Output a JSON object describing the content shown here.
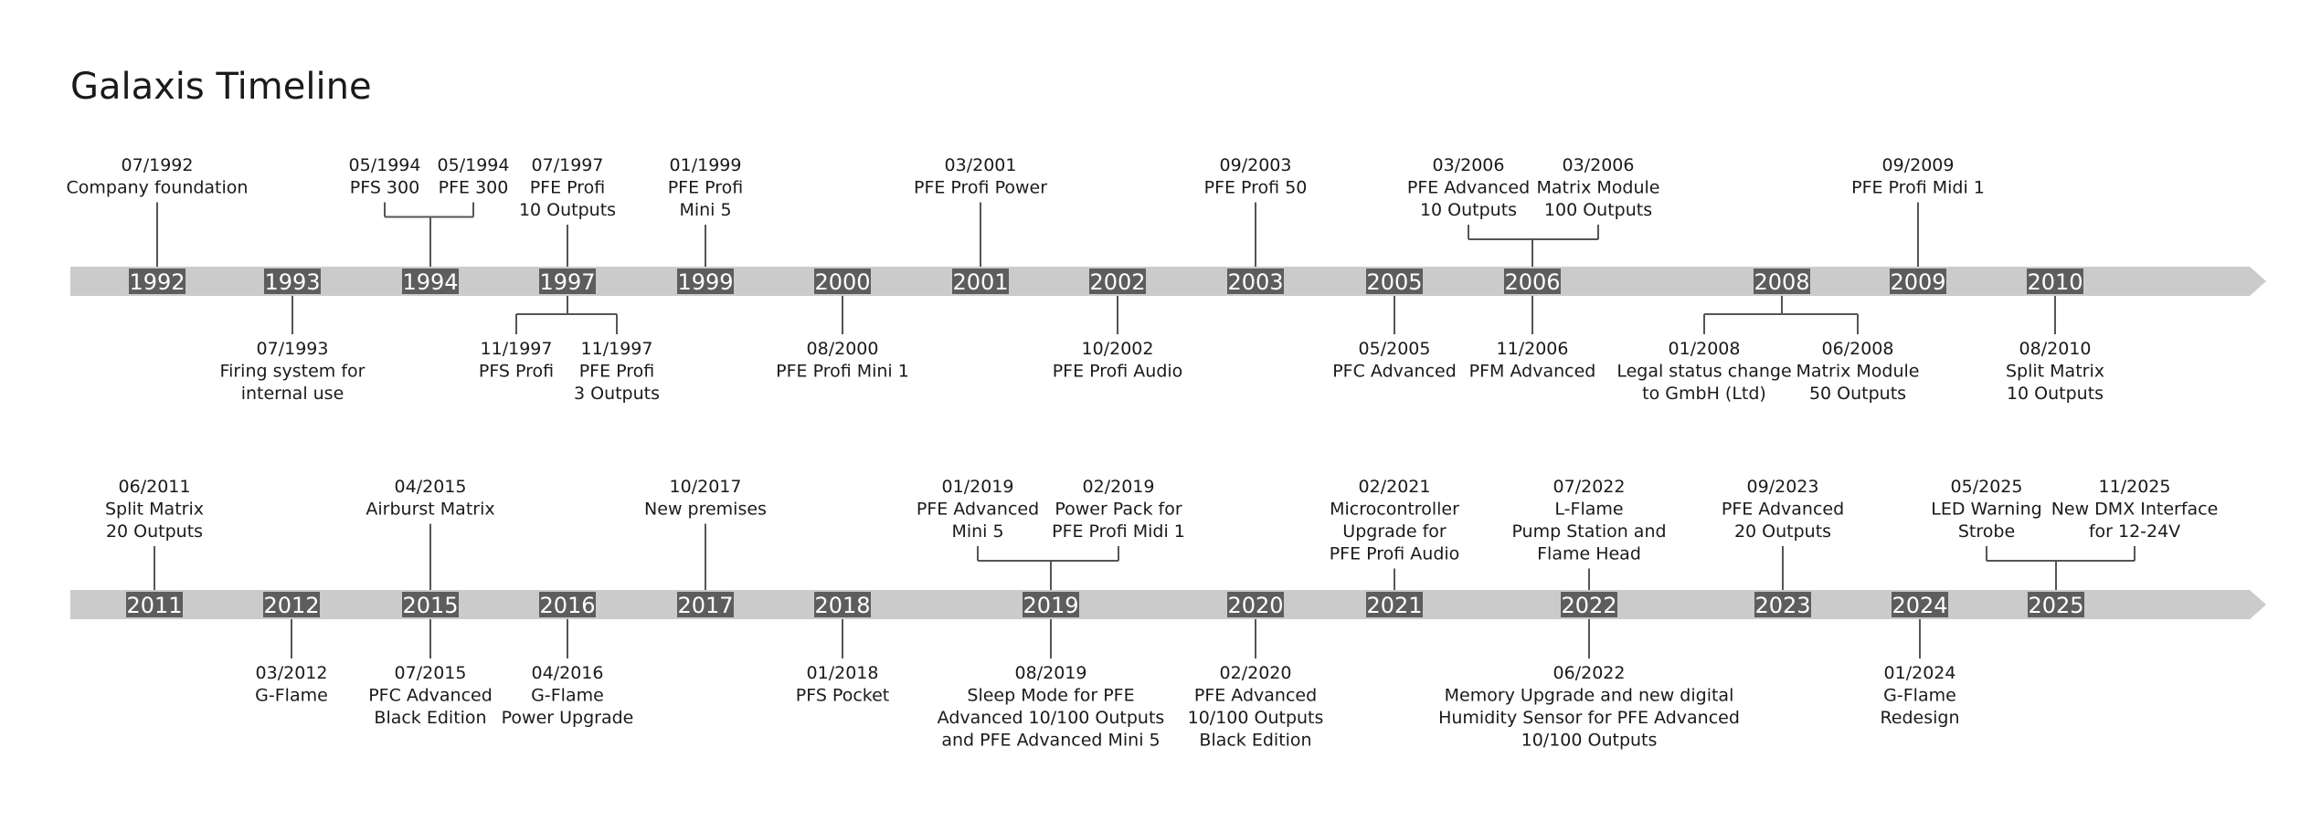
{
  "title": "Galaxis Timeline",
  "colors": {
    "bar": "#cbcbcb",
    "year_box": "#5d5d5d",
    "year_text": "#ffffff",
    "line": "#555555",
    "text": "#1a1a1a"
  },
  "rows": [
    {
      "years": [
        "1992",
        "1993",
        "1994",
        "1997",
        "1999",
        "2000",
        "2001",
        "2002",
        "2003",
        "2005",
        "2006",
        "2008",
        "2009",
        "2010"
      ],
      "above": [
        {
          "year": "1992",
          "entries": [
            {
              "lines": [
                "07/1992",
                "Company foundation"
              ]
            }
          ]
        },
        {
          "year": "1994",
          "entries": [
            {
              "lines": [
                "05/1994",
                "PFS 300"
              ]
            },
            {
              "lines": [
                "05/1994",
                "PFE 300"
              ]
            }
          ]
        },
        {
          "year": "1997",
          "entries": [
            {
              "lines": [
                "07/1997",
                "PFE Profi",
                "10 Outputs"
              ]
            }
          ]
        },
        {
          "year": "1999",
          "entries": [
            {
              "lines": [
                "01/1999",
                "PFE Profi",
                "Mini 5"
              ]
            }
          ]
        },
        {
          "year": "2001",
          "entries": [
            {
              "lines": [
                "03/2001",
                "PFE Profi Power"
              ]
            }
          ]
        },
        {
          "year": "2003",
          "entries": [
            {
              "lines": [
                "09/2003",
                "PFE Profi 50"
              ]
            }
          ]
        },
        {
          "year": "2006",
          "entries": [
            {
              "lines": [
                "03/2006",
                "PFE Advanced",
                "10 Outputs"
              ]
            },
            {
              "lines": [
                "03/2006",
                "Matrix Module",
                "100 Outputs"
              ]
            }
          ]
        },
        {
          "year": "2009",
          "entries": [
            {
              "lines": [
                "09/2009",
                "PFE Profi Midi 1"
              ]
            }
          ]
        }
      ],
      "below": [
        {
          "year": "1993",
          "entries": [
            {
              "lines": [
                "07/1993",
                "Firing system for",
                "internal use"
              ]
            }
          ]
        },
        {
          "year": "1997",
          "entries": [
            {
              "lines": [
                "11/1997",
                "PFS Profi"
              ]
            },
            {
              "lines": [
                "11/1997",
                "PFE Profi",
                "3 Outputs"
              ]
            }
          ]
        },
        {
          "year": "2000",
          "entries": [
            {
              "lines": [
                "08/2000",
                "PFE Profi Mini 1"
              ]
            }
          ]
        },
        {
          "year": "2002",
          "entries": [
            {
              "lines": [
                "10/2002",
                "PFE Profi Audio"
              ]
            }
          ]
        },
        {
          "year": "2005",
          "entries": [
            {
              "lines": [
                "05/2005",
                "PFC Advanced"
              ]
            }
          ]
        },
        {
          "year": "2006",
          "entries": [
            {
              "lines": [
                "11/2006",
                "PFM Advanced"
              ]
            }
          ]
        },
        {
          "year": "2008",
          "entries": [
            {
              "lines": [
                "01/2008",
                "Legal status change",
                "to GmbH (Ltd)"
              ]
            },
            {
              "lines": [
                "06/2008",
                "Matrix Module",
                "50 Outputs"
              ]
            }
          ]
        },
        {
          "year": "2010",
          "entries": [
            {
              "lines": [
                "08/2010",
                "Split Matrix",
                "10 Outputs"
              ]
            }
          ]
        }
      ]
    },
    {
      "years": [
        "2011",
        "2012",
        "2015",
        "2016",
        "2017",
        "2018",
        "2019",
        "2020",
        "2021",
        "2022",
        "2023",
        "2024",
        "2025"
      ],
      "above": [
        {
          "year": "2011",
          "entries": [
            {
              "lines": [
                "06/2011",
                "Split Matrix",
                "20 Outputs"
              ]
            }
          ]
        },
        {
          "year": "2015",
          "entries": [
            {
              "lines": [
                "04/2015",
                "Airburst Matrix"
              ]
            }
          ]
        },
        {
          "year": "2017",
          "entries": [
            {
              "lines": [
                "10/2017",
                "New premises"
              ]
            }
          ]
        },
        {
          "year": "2019",
          "entries": [
            {
              "lines": [
                "01/2019",
                "PFE Advanced",
                "Mini 5"
              ]
            },
            {
              "lines": [
                "02/2019",
                "Power Pack for",
                "PFE Profi Midi 1"
              ]
            }
          ]
        },
        {
          "year": "2021",
          "entries": [
            {
              "lines": [
                "02/2021",
                "Microcontroller",
                "Upgrade for",
                "PFE Profi Audio"
              ]
            }
          ]
        },
        {
          "year": "2022",
          "entries": [
            {
              "lines": [
                "07/2022",
                "L-Flame",
                "Pump Station and",
                "Flame Head"
              ]
            }
          ]
        },
        {
          "year": "2023",
          "entries": [
            {
              "lines": [
                "09/2023",
                "PFE Advanced",
                "20 Outputs"
              ]
            }
          ]
        },
        {
          "year": "2025",
          "entries": [
            {
              "lines": [
                "05/2025",
                "LED Warning",
                "Strobe"
              ]
            },
            {
              "lines": [
                "11/2025",
                "New DMX Interface",
                "for 12-24V"
              ]
            }
          ]
        }
      ],
      "below": [
        {
          "year": "2012",
          "entries": [
            {
              "lines": [
                "03/2012",
                "G-Flame"
              ]
            }
          ]
        },
        {
          "year": "2015",
          "entries": [
            {
              "lines": [
                "07/2015",
                "PFC Advanced",
                "Black Edition"
              ]
            }
          ]
        },
        {
          "year": "2016",
          "entries": [
            {
              "lines": [
                "04/2016",
                "G-Flame",
                "Power Upgrade"
              ]
            }
          ]
        },
        {
          "year": "2018",
          "entries": [
            {
              "lines": [
                "01/2018",
                "PFS Pocket"
              ]
            }
          ]
        },
        {
          "year": "2019",
          "entries": [
            {
              "lines": [
                "08/2019",
                "Sleep Mode for PFE",
                "Advanced 10/100 Outputs",
                "and PFE Advanced Mini 5"
              ]
            }
          ]
        },
        {
          "year": "2020",
          "entries": [
            {
              "lines": [
                "02/2020",
                "PFE Advanced",
                "10/100 Outputs",
                "Black Edition"
              ]
            }
          ]
        },
        {
          "year": "2022",
          "entries": [
            {
              "lines": [
                "06/2022",
                "Memory Upgrade and new digital",
                "Humidity Sensor for PFE Advanced",
                "10/100 Outputs"
              ]
            }
          ]
        },
        {
          "year": "2024",
          "entries": [
            {
              "lines": [
                "01/2024",
                "G-Flame",
                "Redesign"
              ]
            }
          ]
        }
      ]
    }
  ]
}
